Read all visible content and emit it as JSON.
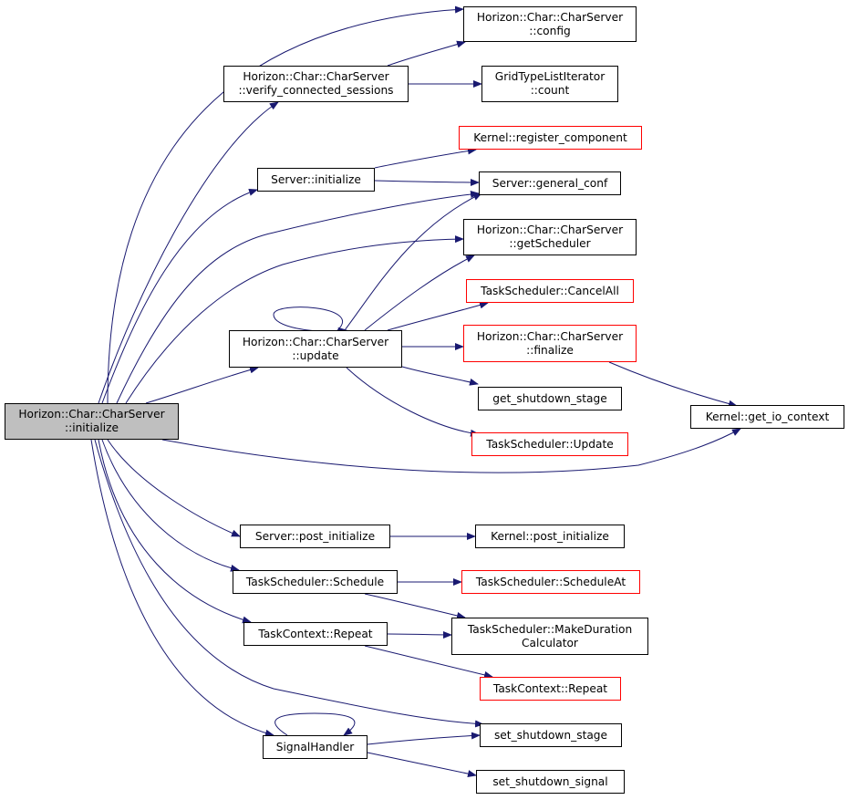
{
  "colors": {
    "edge": "#191970",
    "node_border": "#000000",
    "truncated_border": "#ff0000",
    "root_fill": "#bfbfbf",
    "node_fill": "#ffffff"
  },
  "nodes": [
    {
      "id": "root",
      "lines": [
        "Horizon::Char::CharServer",
        "::initialize"
      ],
      "style": "root"
    },
    {
      "id": "config",
      "lines": [
        "Horizon::Char::CharServer",
        "::config"
      ],
      "style": "normal"
    },
    {
      "id": "verify",
      "lines": [
        "Horizon::Char::CharServer",
        "::verify_connected_sessions"
      ],
      "style": "normal"
    },
    {
      "id": "gridcount",
      "lines": [
        "GridTypeListIterator",
        "::count"
      ],
      "style": "normal"
    },
    {
      "id": "registercomp",
      "lines": [
        "Kernel::register_component"
      ],
      "style": "truncated"
    },
    {
      "id": "serverinit",
      "lines": [
        "Server::initialize"
      ],
      "style": "normal"
    },
    {
      "id": "generalconf",
      "lines": [
        "Server::general_conf"
      ],
      "style": "normal"
    },
    {
      "id": "getscheduler",
      "lines": [
        "Horizon::Char::CharServer",
        "::getScheduler"
      ],
      "style": "normal"
    },
    {
      "id": "cancelall",
      "lines": [
        "TaskScheduler::CancelAll"
      ],
      "style": "truncated"
    },
    {
      "id": "update",
      "lines": [
        "Horizon::Char::CharServer",
        "::update"
      ],
      "style": "normal"
    },
    {
      "id": "finalize",
      "lines": [
        "Horizon::Char::CharServer",
        "::finalize"
      ],
      "style": "truncated"
    },
    {
      "id": "getshutdown",
      "lines": [
        "get_shutdown_stage"
      ],
      "style": "normal"
    },
    {
      "id": "getio",
      "lines": [
        "Kernel::get_io_context"
      ],
      "style": "normal"
    },
    {
      "id": "tsupdate",
      "lines": [
        "TaskScheduler::Update"
      ],
      "style": "truncated"
    },
    {
      "id": "serverpost",
      "lines": [
        "Server::post_initialize"
      ],
      "style": "normal"
    },
    {
      "id": "kernelpost",
      "lines": [
        "Kernel::post_initialize"
      ],
      "style": "normal"
    },
    {
      "id": "tsschedule",
      "lines": [
        "TaskScheduler::Schedule"
      ],
      "style": "normal"
    },
    {
      "id": "tsscheduleat",
      "lines": [
        "TaskScheduler::ScheduleAt"
      ],
      "style": "truncated"
    },
    {
      "id": "tcrepeat1",
      "lines": [
        "TaskContext::Repeat"
      ],
      "style": "normal"
    },
    {
      "id": "makeduration",
      "lines": [
        "TaskScheduler::MakeDuration",
        "Calculator"
      ],
      "style": "normal"
    },
    {
      "id": "tcrepeat2",
      "lines": [
        "TaskContext::Repeat"
      ],
      "style": "truncated"
    },
    {
      "id": "setshutdownstage",
      "lines": [
        "set_shutdown_stage"
      ],
      "style": "normal"
    },
    {
      "id": "signalhandler",
      "lines": [
        "SignalHandler"
      ],
      "style": "normal"
    },
    {
      "id": "setshutdownsignal",
      "lines": [
        "set_shutdown_signal"
      ],
      "style": "normal"
    }
  ],
  "edges": [
    {
      "from": "root",
      "to": "config"
    },
    {
      "from": "root",
      "to": "verify"
    },
    {
      "from": "root",
      "to": "serverinit"
    },
    {
      "from": "root",
      "to": "generalconf"
    },
    {
      "from": "root",
      "to": "getscheduler"
    },
    {
      "from": "root",
      "to": "update"
    },
    {
      "from": "root",
      "to": "getio"
    },
    {
      "from": "root",
      "to": "serverpost"
    },
    {
      "from": "root",
      "to": "tsschedule"
    },
    {
      "from": "root",
      "to": "tcrepeat1"
    },
    {
      "from": "root",
      "to": "setshutdownstage"
    },
    {
      "from": "root",
      "to": "signalhandler"
    },
    {
      "from": "verify",
      "to": "config"
    },
    {
      "from": "verify",
      "to": "gridcount"
    },
    {
      "from": "serverinit",
      "to": "registercomp"
    },
    {
      "from": "serverinit",
      "to": "generalconf"
    },
    {
      "from": "update",
      "to": "update"
    },
    {
      "from": "update",
      "to": "generalconf"
    },
    {
      "from": "update",
      "to": "getscheduler"
    },
    {
      "from": "update",
      "to": "cancelall"
    },
    {
      "from": "update",
      "to": "finalize"
    },
    {
      "from": "update",
      "to": "getshutdown"
    },
    {
      "from": "update",
      "to": "tsupdate"
    },
    {
      "from": "finalize",
      "to": "getio"
    },
    {
      "from": "serverpost",
      "to": "kernelpost"
    },
    {
      "from": "tsschedule",
      "to": "tsscheduleat"
    },
    {
      "from": "tsschedule",
      "to": "makeduration"
    },
    {
      "from": "tcrepeat1",
      "to": "makeduration"
    },
    {
      "from": "tcrepeat1",
      "to": "tcrepeat2"
    },
    {
      "from": "signalhandler",
      "to": "signalhandler"
    },
    {
      "from": "signalhandler",
      "to": "setshutdownstage"
    },
    {
      "from": "signalhandler",
      "to": "setshutdownsignal"
    }
  ]
}
